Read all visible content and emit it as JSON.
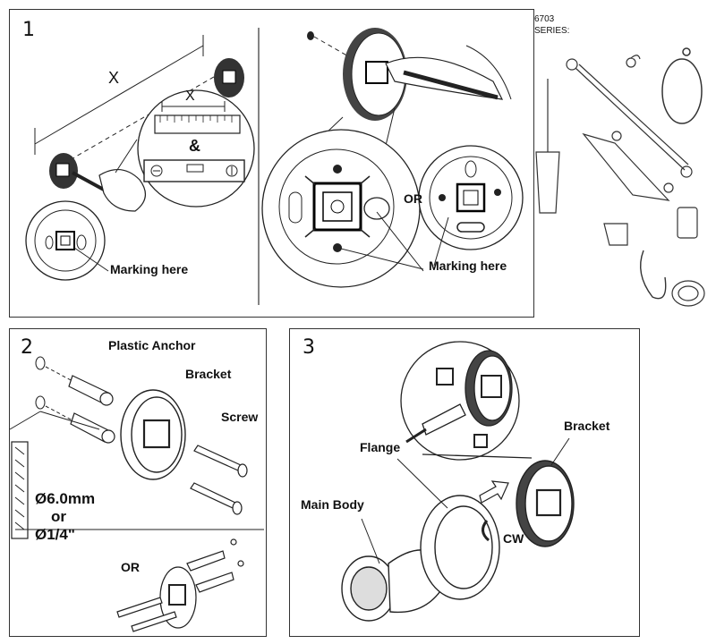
{
  "step1": {
    "number": "1",
    "dimension_label": "X",
    "ruler_label": "X",
    "and_symbol": "&",
    "marking_left": "Marking here",
    "marking_right": "Marking here",
    "or_label": "OR"
  },
  "series": {
    "model": "6703",
    "series_label": "SERIES:"
  },
  "step2": {
    "number": "2",
    "plastic_anchor": "Plastic Anchor",
    "bracket": "Bracket",
    "screw": "Screw",
    "drill_size_mm": "Ø6.0mm",
    "drill_or": "or",
    "drill_size_in": "Ø1/4\"",
    "or_label": "OR"
  },
  "step3": {
    "number": "3",
    "bracket": "Bracket",
    "flange": "Flange",
    "main_body": "Main Body",
    "rotation": "CW"
  }
}
